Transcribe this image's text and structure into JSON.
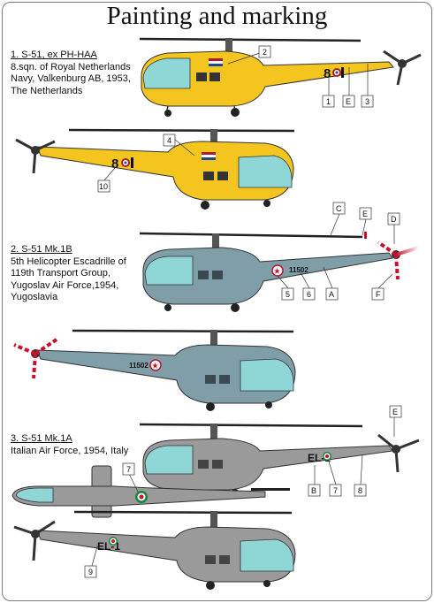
{
  "title": "Painting and marking",
  "schemes": [
    {
      "heading": "1. S-51, ex PH-HAA",
      "lines": [
        "8.sqn. of Royal Netherlands",
        "Navy, Valkenburg AB, 1953,",
        "The Netherlands"
      ],
      "serial": "8",
      "callouts": [
        "2",
        "1",
        "E",
        "3",
        "4",
        "10"
      ]
    },
    {
      "heading": "2. S-51 Mk.1B",
      "lines": [
        "5th Helicopter Escadrille of",
        "119th Transport Group,",
        "Yugoslav Air Force,1954,",
        "Yugoslavia"
      ],
      "serial": "11502",
      "callouts": [
        "C",
        "E",
        "D",
        "5",
        "6",
        "A",
        "F"
      ]
    },
    {
      "heading": "3. S-51 Mk.1A",
      "lines": [
        "Italian Air Force, 1954, Italy"
      ],
      "serial": "EL-1",
      "callouts": [
        "E",
        "7",
        "B",
        "7",
        "8",
        "9"
      ]
    }
  ],
  "colors": {
    "dutch_yellow": "#f5c51f",
    "yugo_blue": "#7f9ea8",
    "italian_grey": "#9a9a9a",
    "window_cyan": "#8fd6d6",
    "text": "#111111"
  }
}
